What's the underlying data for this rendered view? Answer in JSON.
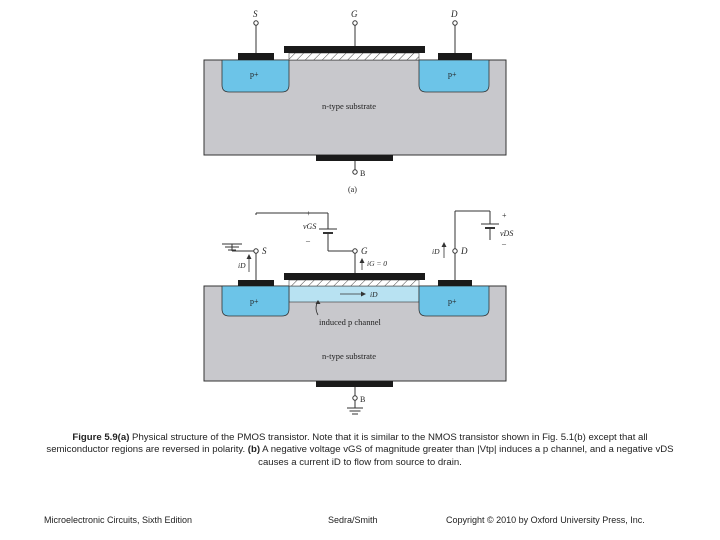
{
  "diagram_a": {
    "terminal_s": "S",
    "terminal_g": "G",
    "terminal_d": "D",
    "terminal_b": "B",
    "source_region": "p+",
    "drain_region": "p+",
    "substrate": "n-type substrate",
    "sublabel": "(a)"
  },
  "diagram_b": {
    "terminal_s": "S",
    "terminal_g": "G",
    "terminal_d": "D",
    "terminal_b": "B",
    "source_region": "p+",
    "drain_region": "p+",
    "substrate": "n-type substrate",
    "channel_label": "induced p channel",
    "current_id_channel": "iD",
    "current_id_source": "iD",
    "current_id_drain": "iD",
    "gate_current": "iG = 0",
    "vgs_plus": "+",
    "vgs_label": "vGS",
    "vgs_minus": "–",
    "vds_plus": "+",
    "vds_label": "vDS",
    "vds_minus": "–"
  },
  "caption": {
    "fig_label": "Figure 5.9(a)",
    "part1": " Physical structure of the PMOS transistor. Note that it is similar to the NMOS transistor shown in Fig. 5.1(b) except that all semiconductor regions are reversed in polarity. ",
    "part_b_label": "(b)",
    "part2": " A negative voltage vGS of magnitude greater than |Vtp| induces a p channel, and a negative vDS causes a current iD to flow from source to drain."
  },
  "footer": {
    "left": "Microelectronic Circuits, Sixth Edition",
    "mid": "Sedra/Smith",
    "right": "Copyright © 2010 by Oxford University Press, Inc."
  },
  "colors": {
    "substrate": "#c8c8cc",
    "p_region": "#6cc4e8",
    "channel": "#b8e2f2",
    "metal": "#1a1a1a",
    "outline": "#333333"
  }
}
